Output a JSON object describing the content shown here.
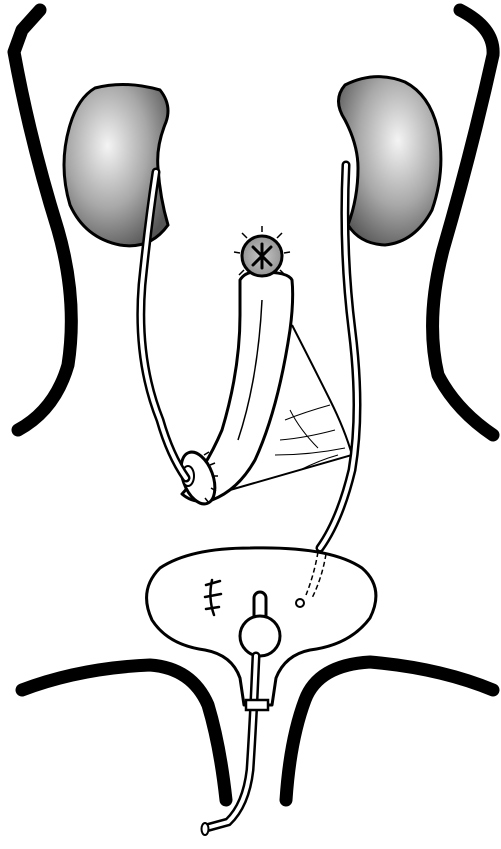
{
  "figure": {
    "background_color": "#ffffff",
    "line_color": "#000000",
    "kidney_fill_light": "#f2f2f2",
    "kidney_fill_dark": "#5a5a5a",
    "stoma_fill": "#9a9a9a",
    "bladder_fill": "#ffffff"
  },
  "structures": [
    {
      "name": "body-contour-left"
    },
    {
      "name": "body-contour-right"
    },
    {
      "name": "pelvic-floor-contour"
    },
    {
      "name": "left-kidney"
    },
    {
      "name": "right-kidney"
    },
    {
      "name": "left-ureter"
    },
    {
      "name": "right-ureter"
    },
    {
      "name": "bowel-segment"
    },
    {
      "name": "mesentery"
    },
    {
      "name": "closed-bowel-end"
    },
    {
      "name": "ureter-bowel-anastomosis"
    },
    {
      "name": "bladder"
    },
    {
      "name": "ureteral-stent"
    },
    {
      "name": "bladder-suture"
    },
    {
      "name": "urethral-catheter"
    }
  ]
}
